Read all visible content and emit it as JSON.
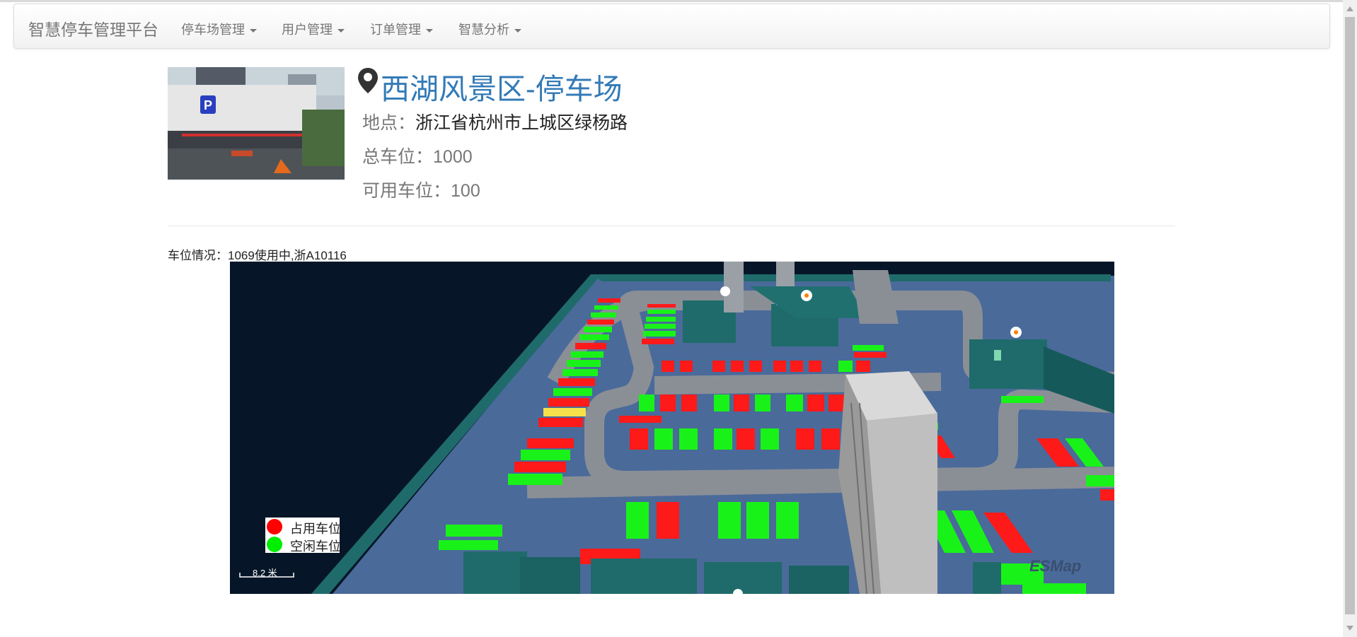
{
  "navbar": {
    "brand": "智慧停车管理平台",
    "menus": [
      {
        "label": "停车场管理"
      },
      {
        "label": "用户管理"
      },
      {
        "label": "订单管理"
      },
      {
        "label": "智慧分析"
      }
    ]
  },
  "lot": {
    "name": "西湖风景区-停车场",
    "address_label": "地点：",
    "address": "浙江省杭州市上城区绿杨路",
    "total_label": "总车位：",
    "total": "1000",
    "available_label": "可用车位：",
    "available": "100"
  },
  "status": {
    "label": "车位情况：",
    "text": "1069使用中,浙A10116"
  },
  "map": {
    "legend": [
      {
        "label": "占用车位",
        "color": "#ff0000"
      },
      {
        "label": "空闲车位",
        "color": "#00ee00"
      }
    ],
    "scale_label": "8.2 米",
    "watermark": "ESMap",
    "photo_sign": "P"
  },
  "colors": {
    "occupied": "#ff1a1a",
    "free": "#19f219",
    "reserved": "#f5e14a",
    "floor": "#4a6a9a",
    "road": "#8a8f96",
    "wall": "#1f6b6b",
    "map_bg": "#061628",
    "link": "#337ab7"
  },
  "icons": {
    "location": "map-pin-icon",
    "dropdown": "caret-down-icon"
  }
}
